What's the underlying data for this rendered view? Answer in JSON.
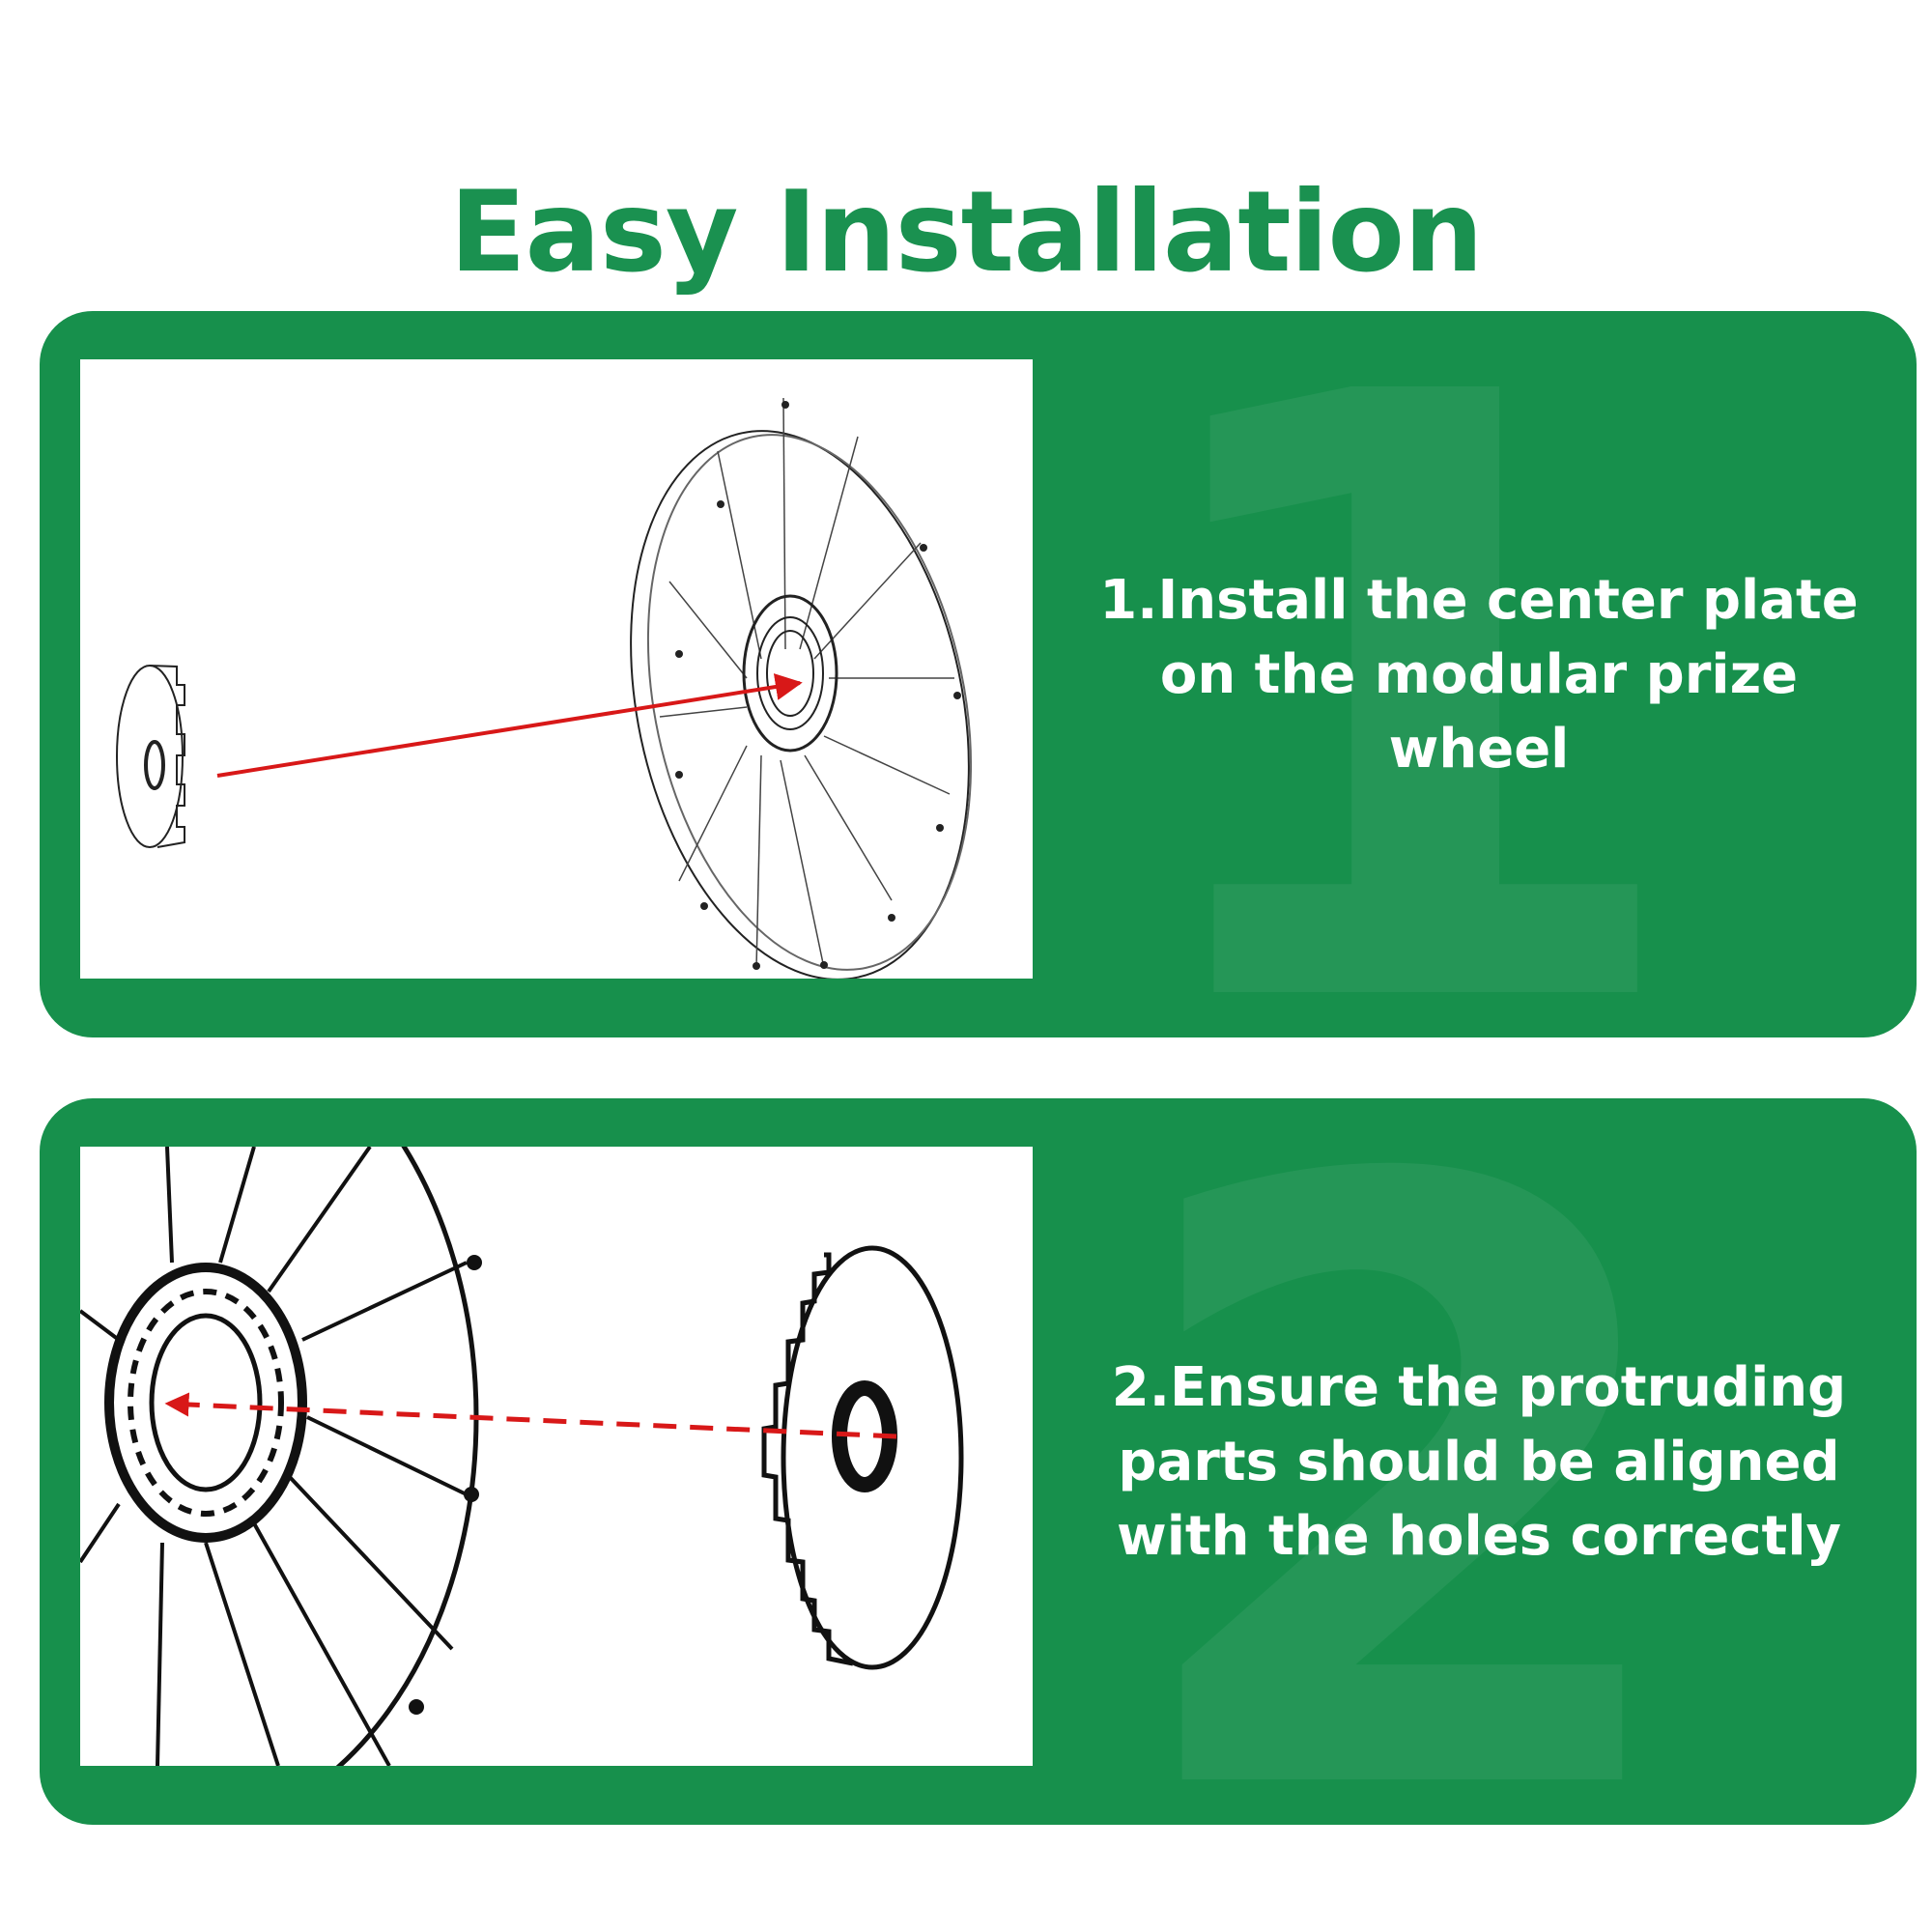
{
  "page": {
    "title": "Easy Installation"
  },
  "steps": [
    {
      "number": "1",
      "text": "1.Install the center plate on the modular prize wheel"
    },
    {
      "number": "2",
      "text": "2.Ensure the protruding parts should be aligned with the holes correctly"
    }
  ],
  "colors": {
    "brand_green": "#17904c",
    "title_green": "#1a9150",
    "arrow_red": "#d81818"
  }
}
